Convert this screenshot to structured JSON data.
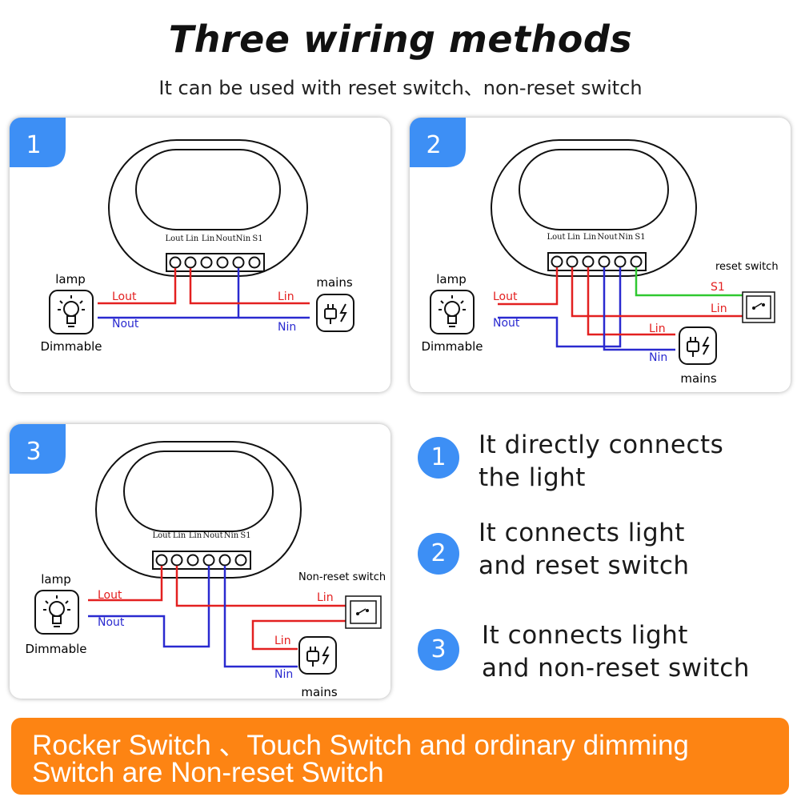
{
  "header": {
    "title": "Three wiring methods",
    "subtitle": "It can be used with reset switch、non-reset switch"
  },
  "terminals": [
    "Lout",
    "Lin",
    "Lin",
    "Nout",
    "Nin",
    "S1"
  ],
  "panels": [
    {
      "number": "1",
      "lamp_label": "lamp",
      "lamp_sub": "Dimmable",
      "mains_label": "mains",
      "wire_labels": {
        "lout": "Lout",
        "nout": "Nout",
        "lin": "Lin",
        "nin": "Nin"
      }
    },
    {
      "number": "2",
      "lamp_label": "lamp",
      "lamp_sub": "Dimmable",
      "mains_label": "mains",
      "switch_label": "reset switch",
      "wire_labels": {
        "lout": "Lout",
        "nout": "Nout",
        "s1": "S1",
        "lin_switch": "Lin",
        "lin": "Lin",
        "nin": "Nin"
      }
    },
    {
      "number": "3",
      "lamp_label": "lamp",
      "lamp_sub": "Dimmable",
      "mains_label": "mains",
      "switch_label": "Non-reset switch",
      "wire_labels": {
        "lout": "Lout",
        "nout": "Nout",
        "lin_switch": "Lin",
        "lin": "Lin",
        "nin": "Nin"
      }
    }
  ],
  "legend": [
    {
      "number": "1",
      "line1": "It directly connects",
      "line2": "the light"
    },
    {
      "number": "2",
      "line1": "It connects light",
      "line2": "and reset switch"
    },
    {
      "number": "3",
      "line1": "It connects light",
      "line2": "and non-reset switch"
    }
  ],
  "banner": {
    "line1": "Rocker Switch 、Touch Switch and ordinary dimming",
    "line2": "Switch are Non-reset Switch"
  },
  "colors": {
    "accent_blue": "#3d8ff5",
    "wire_red": "#e32020",
    "wire_blue": "#2a2ad0",
    "wire_green": "#2fc830",
    "banner_orange": "#fd8413"
  }
}
